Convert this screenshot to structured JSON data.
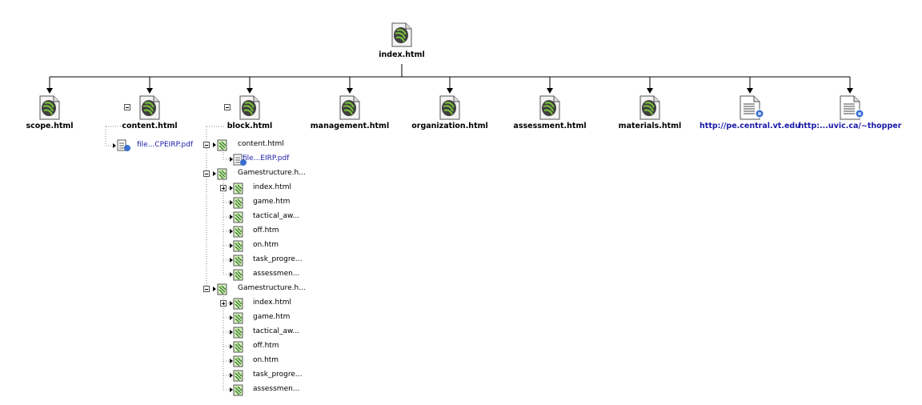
{
  "root": {
    "label": "index.html",
    "icon": "page-icon"
  },
  "top_nodes": [
    {
      "id": "scope",
      "label": "scope.html",
      "icon": "page-icon",
      "link": false,
      "collapsible": false
    },
    {
      "id": "content",
      "label": "content.html",
      "icon": "page-icon",
      "link": false,
      "collapsible": true
    },
    {
      "id": "block",
      "label": "block.html",
      "icon": "page-icon",
      "link": false,
      "collapsible": true
    },
    {
      "id": "management",
      "label": "management.html",
      "icon": "page-icon",
      "link": false,
      "collapsible": false
    },
    {
      "id": "organization",
      "label": "organization.html",
      "icon": "page-icon",
      "link": false,
      "collapsible": false
    },
    {
      "id": "assessment",
      "label": "assessment.html",
      "icon": "page-icon",
      "link": false,
      "collapsible": false
    },
    {
      "id": "materials",
      "label": "materials.html",
      "icon": "page-icon",
      "link": false,
      "collapsible": false
    },
    {
      "id": "pecentral",
      "label": "http://pe.central.vt.edu",
      "icon": "web-document-icon",
      "link": true,
      "collapsible": false
    },
    {
      "id": "uvic",
      "label": "http:...uvic.ca/~thopper",
      "icon": "web-document-icon",
      "link": true,
      "collapsible": false
    }
  ],
  "content_children": [
    {
      "label": "file...CPEIRP.pdf",
      "icon": "web-document-icon",
      "link": true
    }
  ],
  "block_children": [
    {
      "label": "content.html",
      "icon": "page-icon",
      "toggle": "minus",
      "children": [
        {
          "label": "file...EIRP.pdf",
          "icon": "web-document-icon",
          "link": true
        }
      ]
    },
    {
      "label": "Gamestructure.h...",
      "icon": "page-icon",
      "toggle": "minus",
      "children": [
        {
          "label": "index.html",
          "toggle": "plus"
        },
        {
          "label": "game.htm"
        },
        {
          "label": "tactical_aw..."
        },
        {
          "label": "off.htm"
        },
        {
          "label": "on.htm"
        },
        {
          "label": "task_progre..."
        },
        {
          "label": "assessmen..."
        }
      ]
    },
    {
      "label": "Gamestructure.h...",
      "icon": "page-icon",
      "toggle": "minus",
      "children": [
        {
          "label": "index.html",
          "toggle": "plus"
        },
        {
          "label": "game.htm"
        },
        {
          "label": "tactical_aw..."
        },
        {
          "label": "off.htm"
        },
        {
          "label": "on.htm"
        },
        {
          "label": "task_progre..."
        },
        {
          "label": "assessmen..."
        }
      ]
    }
  ],
  "colors": {
    "link": "#1a1aa6",
    "icon_green": "#7ac23a",
    "icon_dark": "#3f3f3f",
    "line": "#000000",
    "dotted": "#888888"
  }
}
